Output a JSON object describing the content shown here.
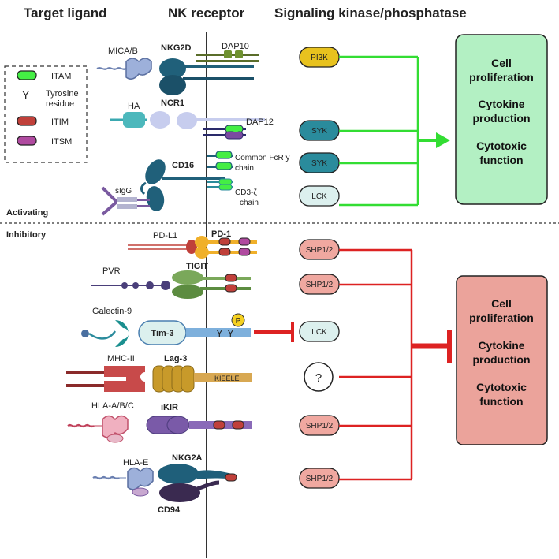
{
  "headers": {
    "target_ligand": "Target ligand",
    "nk_receptor": "NK receptor",
    "signaling": "Signaling kinase/phosphatase"
  },
  "legend": {
    "itam": "ITAM",
    "tyrosine_symbol": "Y",
    "tyrosine_line1": "Tyrosine",
    "tyrosine_line2": "residue",
    "itim": "ITIM",
    "itsm": "ITSM"
  },
  "sections": {
    "activating": "Activating",
    "inhibitory": "Inhibitory"
  },
  "activating": {
    "mica": "MICA/B",
    "nkg2d": "NKG2D",
    "dap10": "DAP10",
    "ha": "HA",
    "ncr1": "NCR1",
    "dap12": "DAP12",
    "cd16": "CD16",
    "common_fcr_line1": "Common FcR y",
    "common_fcr_line2": "chain",
    "sigg": "sIgG",
    "cd3z_line1": "CD3-ζ",
    "cd3z_line2": "chain"
  },
  "inhibitory": {
    "pdl1": "PD-L1",
    "pd1": "PD-1",
    "tigit": "TIGIT",
    "pvr": "PVR",
    "galectin9": "Galectin-9",
    "tim3": "Tim-3",
    "tim3_y1": "Y",
    "tim3_y2": "Y",
    "p": "P",
    "mhcii": "MHC-II",
    "lag3": "Lag-3",
    "kieele": "KIEELE",
    "hla_abc": "HLA-A/B/C",
    "ikir": "iKIR",
    "hla_e": "HLA-E",
    "nkg2a": "NKG2A",
    "cd94": "CD94"
  },
  "kinases": {
    "pi3k": "PI3K",
    "syk1": "SYK",
    "syk2": "SYK",
    "lck_act": "LCK",
    "shp1": "SHP1/2",
    "shp2": "SHP1/2",
    "lck_inh": "LCK",
    "unknown": "?",
    "shp3": "SHP1/2",
    "shp4": "SHP1/2"
  },
  "outcomes": {
    "activating": {
      "line1": "Cell",
      "line2": "proliferation",
      "line3": "Cytokine",
      "line4": "production",
      "line5": "Cytotoxic",
      "line6": "function"
    },
    "inhibitory": {
      "line1": "Cell",
      "line2": "proliferation",
      "line3": "Cytokine",
      "line4": "production",
      "line5": "Cytotoxic",
      "line6": "function"
    }
  },
  "colors": {
    "activating_line": "#33dd33",
    "activating_box": "#b3f0c3",
    "inhibitory_line": "#dd2222",
    "inhibitory_box": "#eba39b",
    "pi3k": "#e8c21e",
    "syk": "#2a8b9c",
    "lck": "#dcf0ee",
    "shp": "#f0a8a0",
    "itam": "#44ee44",
    "itim": "#c0403a",
    "itsm": "#b04aa0"
  }
}
